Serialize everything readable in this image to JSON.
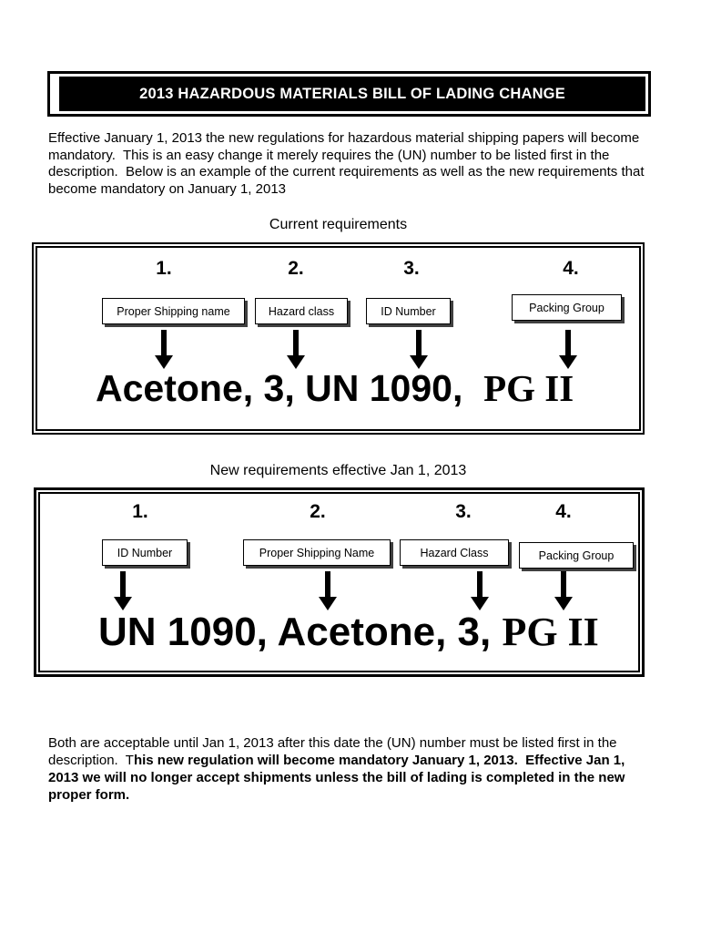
{
  "page": {
    "colors": {
      "header_bg": "#000000",
      "header_text": "#ffffff",
      "ink": "#000000",
      "paper": "#ffffff"
    },
    "header": {
      "title": "2013 HAZARDOUS MATERIALS BILL OF LADING CHANGE"
    },
    "intro": "Effective January 1, 2013 the new regulations for hazardous material shipping papers will become mandatory.  This is an easy change it merely requires the (UN) number to be listed first in the description.  Below is an example of the current requirements as well as the new requirements that become mandatory on January 1, 2013",
    "current": {
      "heading": "Current requirements",
      "numbers": [
        "1.",
        "2.",
        "3.",
        "4."
      ],
      "labels": [
        "Proper Shipping name",
        "Hazard class",
        "ID Number",
        "Packing Group"
      ],
      "example_main": "Acetone, 3, UN 1090,  ",
      "example_pg": "PG II"
    },
    "new": {
      "heading": "New requirements effective Jan 1, 2013",
      "numbers": [
        "1.",
        "2.",
        "3.",
        "4."
      ],
      "labels": [
        "ID Number",
        "Proper Shipping Name",
        "Hazard Class",
        "Packing Group"
      ],
      "example_main": "UN 1090, Acetone, 3, ",
      "example_pg": "PG II"
    },
    "footer": {
      "normal": "Both are acceptable until Jan 1, 2013 after this date the (UN) number must be listed first in the description.  T",
      "bold": "his new regulation will become mandatory January 1, 2013.  Effective Jan 1, 2013 we will no longer accept shipments unless the bill of lading is completed in the new proper form."
    }
  }
}
